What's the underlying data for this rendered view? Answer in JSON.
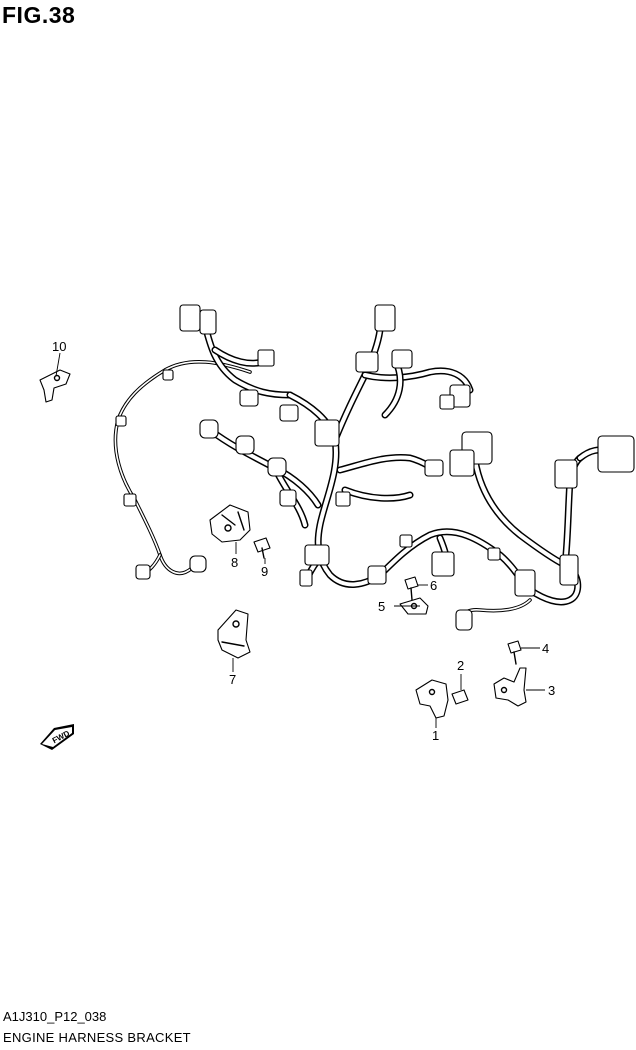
{
  "figure_label": "FIG.38",
  "drawing_code": "A1J310_P12_038",
  "caption": "ENGINE HARNESS BRACKET",
  "fwd_label": "FWD",
  "callouts": [
    {
      "id": "1",
      "label": "1"
    },
    {
      "id": "2",
      "label": "2"
    },
    {
      "id": "3",
      "label": "3"
    },
    {
      "id": "4",
      "label": "4"
    },
    {
      "id": "5",
      "label": "5"
    },
    {
      "id": "6",
      "label": "6"
    },
    {
      "id": "7",
      "label": "7"
    },
    {
      "id": "8",
      "label": "8"
    },
    {
      "id": "9",
      "label": "9"
    },
    {
      "id": "10",
      "label": "10"
    }
  ]
}
